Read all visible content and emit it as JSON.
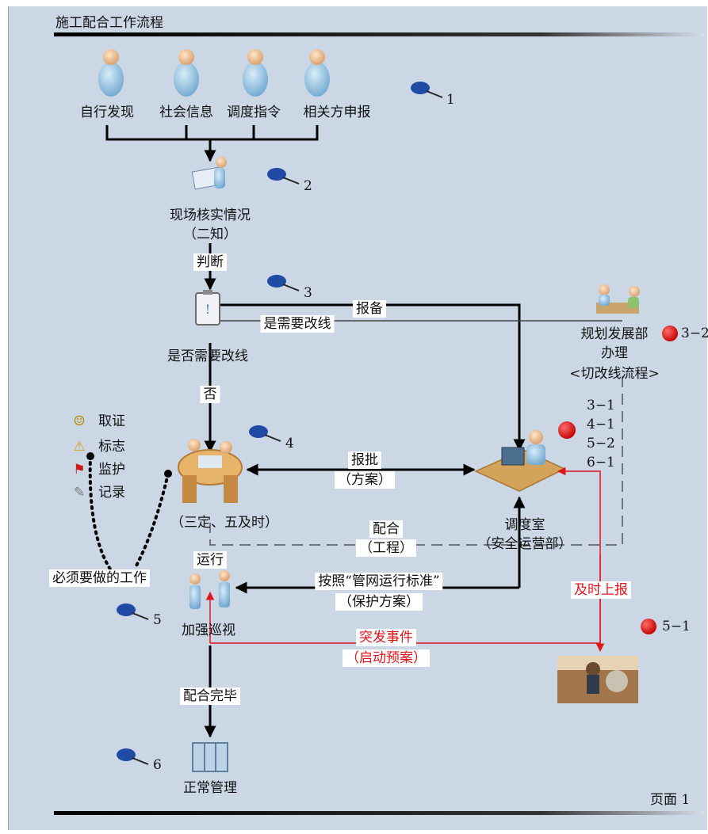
{
  "title": "施工配合工作流程",
  "page_label": "页面 1",
  "sources": [
    "自行发现",
    "社会信息",
    "调度指令",
    "相关方申报"
  ],
  "markers": {
    "m1": "1",
    "m2": "2",
    "m3": "3",
    "m4": "4",
    "m5": "5",
    "m6": "6"
  },
  "red_markers": {
    "r32": "3−2",
    "r51": "5−1",
    "group": [
      "3−1",
      "4−1",
      "5−2",
      "6−1"
    ]
  },
  "nodes": {
    "site_check": [
      "现场核实情况",
      "（二知）"
    ],
    "judge": "判断",
    "need_reroute": "是否需要改线",
    "report": "报备",
    "is_reroute": "是需要改线",
    "planning": [
      "规划发展部",
      "办理",
      "<切改线流程>"
    ],
    "no": "否",
    "meeting": "（三定、五及时）",
    "approve": [
      "报批",
      "（方案）"
    ],
    "dispatch": [
      "调度室",
      "（安全运营部）"
    ],
    "cooperate": [
      "配合",
      "（工程）"
    ],
    "run": "运行",
    "must_do": "必须要做的工作",
    "standard": [
      "按照“管网运行标准”",
      "（保护方案）"
    ],
    "patrol": "加强巡视",
    "report_now": "及时上报",
    "emergency": [
      "突发事件",
      "（启动预案）"
    ],
    "done": "配合完毕",
    "normal": "正常管理"
  },
  "legend": [
    {
      "icon": "smiley-icon",
      "label": "取证"
    },
    {
      "icon": "warning-icon",
      "label": "标志"
    },
    {
      "icon": "flag-icon",
      "label": "监护"
    },
    {
      "icon": "note-icon",
      "label": "记录"
    }
  ],
  "colors": {
    "background": "#ccd7e6",
    "arrow": "#000000",
    "red": "#e0141b"
  }
}
